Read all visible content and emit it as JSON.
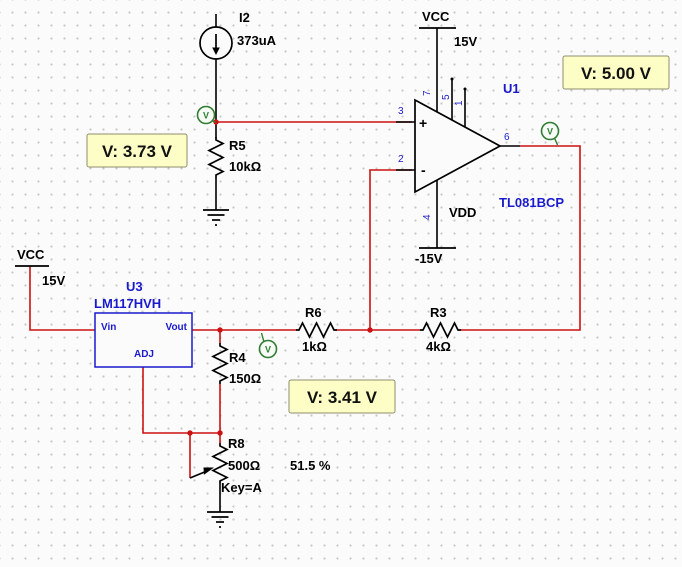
{
  "colors": {
    "background": "#fbfbfb",
    "grid_dot": "#c6c6c6",
    "wire_red": "#cc1111",
    "component_black": "#000000",
    "label_blue": "#1a1acd",
    "probe_green": "#2f7d32",
    "probe_box_fill": "#fdfdc6",
    "probe_box_border": "#8f8f6e"
  },
  "power": {
    "vcc_top": {
      "label": "VCC",
      "value": "15V"
    },
    "vneg": {
      "label": "-15V"
    },
    "vcc_left": {
      "label": "VCC",
      "value": "15V"
    },
    "vdd": "VDD"
  },
  "components": {
    "i2": {
      "ref": "I2",
      "value": "373uA"
    },
    "r5": {
      "ref": "R5",
      "value": "10kΩ"
    },
    "r6": {
      "ref": "R6",
      "value": "1kΩ"
    },
    "r3": {
      "ref": "R3",
      "value": "4kΩ"
    },
    "r4": {
      "ref": "R4",
      "value": "150Ω"
    },
    "r8": {
      "ref": "R8",
      "value": "500Ω",
      "setting": "51.5 %",
      "key": "Key=A"
    },
    "u1": {
      "ref": "U1",
      "part": "TL081BCP",
      "plus": "+",
      "minus": "-",
      "pins": {
        "p3": "3",
        "p2": "2",
        "p6": "6",
        "p7": "7",
        "p5": "5",
        "p1": "1",
        "p4": "4"
      }
    },
    "u3": {
      "ref": "U3",
      "part": "LM117HVH",
      "pin_vin": "Vin",
      "pin_vout": "Vout",
      "pin_adj": "ADJ"
    }
  },
  "probes": {
    "symbol": "V",
    "v373": {
      "label": "V: 3.73 V"
    },
    "v500": {
      "label": "V: 5.00 V"
    },
    "v341": {
      "label": "V: 3.41 V"
    }
  }
}
